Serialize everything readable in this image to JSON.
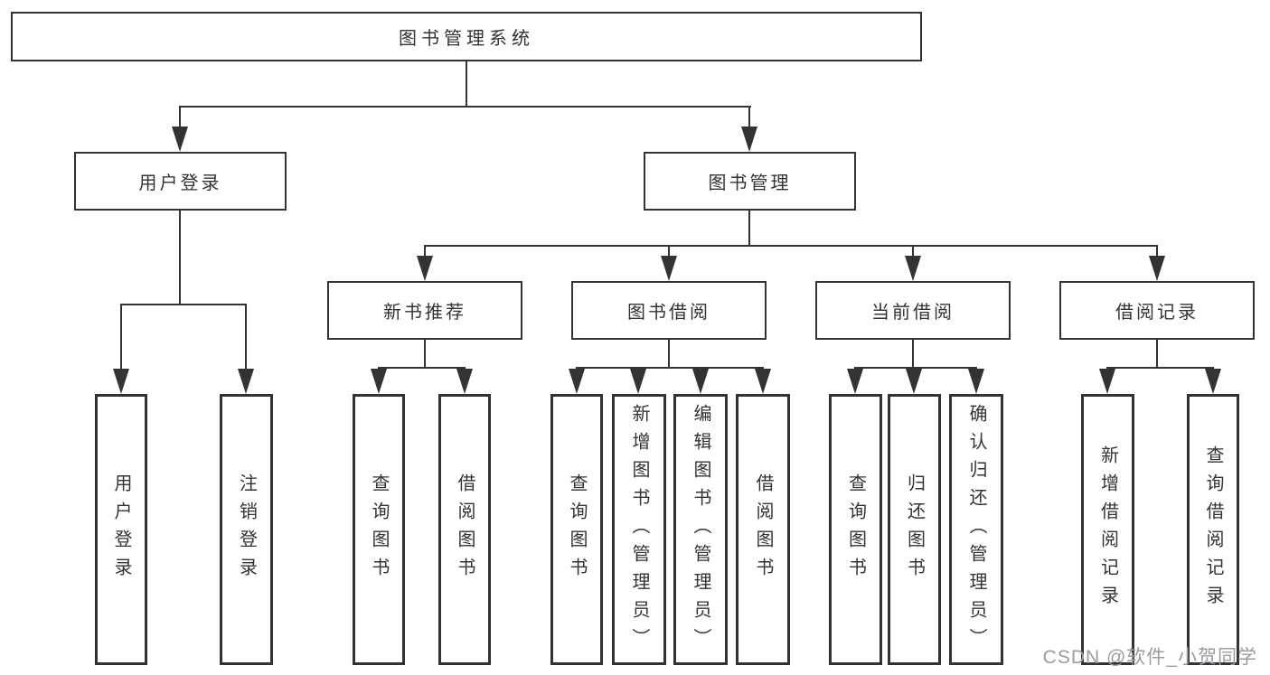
{
  "diagram": {
    "title": "图书管理系统",
    "tree": {
      "root": {
        "label": "图书管理系统",
        "children": [
          {
            "label": "用户登录",
            "children": [
              {
                "label": "用户登录"
              },
              {
                "label": "注销登录"
              }
            ]
          },
          {
            "label": "图书管理",
            "children": [
              {
                "label": "新书推荐",
                "children": [
                  {
                    "label": "查询图书"
                  },
                  {
                    "label": "借阅图书"
                  }
                ]
              },
              {
                "label": "图书借阅",
                "children": [
                  {
                    "label": "查询图书"
                  },
                  {
                    "label": "新增图书（管理员）"
                  },
                  {
                    "label": "编辑图书（管理员）"
                  },
                  {
                    "label": "借阅图书"
                  }
                ]
              },
              {
                "label": "当前借阅",
                "children": [
                  {
                    "label": "查询图书"
                  },
                  {
                    "label": "归还图书"
                  },
                  {
                    "label": "确认归还（管理员）"
                  }
                ]
              },
              {
                "label": "借阅记录",
                "children": [
                  {
                    "label": "新增借阅记录"
                  },
                  {
                    "label": "查询借阅记录"
                  }
                ]
              }
            ]
          }
        ]
      }
    },
    "colors": {
      "line": "#333333",
      "text": "#333333",
      "background": "#ffffff",
      "watermark": "#9b9ba1"
    }
  },
  "watermark": {
    "text": "CSDN @软件_小贺同学"
  }
}
